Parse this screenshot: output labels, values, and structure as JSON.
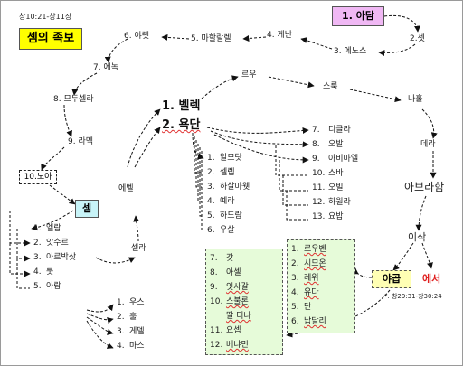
{
  "title": "셈의 족보",
  "ref_top": "창10:21-창11장",
  "ref_bottom": "*. 창29:31-창30:24",
  "colors": {
    "title_bg": "#ffff00",
    "adam_bg": "#f0b8f4",
    "shem_bg": "#c8f4f8",
    "green_bg": "#e6fbd9",
    "jacob_bg": "#ffffb4",
    "esau": "#e02020"
  },
  "chain": {
    "adam": "1. 아담",
    "seth": "2.셋",
    "enosh": "3. 에노스",
    "kenan": "4. 게난",
    "mahalalel": "5. 마할랄렐",
    "jared": "6. 야렛",
    "enoch": "7. 에녹",
    "methuselah": "8. 므두셀라",
    "lamech": "9. 라멕",
    "noah": "10.노아",
    "shem": "셈"
  },
  "shem_sons": [
    {
      "n": "1.",
      "name": "엘람"
    },
    {
      "n": "2.",
      "name": "앗수르"
    },
    {
      "n": "3.",
      "name": "아르박삿"
    },
    {
      "n": "4.",
      "name": "룻"
    },
    {
      "n": "5.",
      "name": "아람"
    }
  ],
  "aram_sons": [
    {
      "n": "1.",
      "name": "우스"
    },
    {
      "n": "2.",
      "name": "훌"
    },
    {
      "n": "3.",
      "name": "게델"
    },
    {
      "n": "4.",
      "name": "마스"
    }
  ],
  "shelah": "셀라",
  "eber": "에벨",
  "peleg": "1. 벨렉",
  "joktan": "2. 욕단",
  "joktan_sons_a": [
    {
      "n": "1.",
      "name": "알모닷"
    },
    {
      "n": "2.",
      "name": "셀렙"
    },
    {
      "n": "3.",
      "name": "하살마웻"
    },
    {
      "n": "4.",
      "name": "예라"
    },
    {
      "n": "5.",
      "name": "하도람"
    },
    {
      "n": "6.",
      "name": "우살"
    }
  ],
  "joktan_sons_b": [
    {
      "n": "7.",
      "name": "디글라"
    },
    {
      "n": "8.",
      "name": "오발"
    },
    {
      "n": "9.",
      "name": "아비마엘"
    },
    {
      "n": "10.",
      "name": "스바"
    },
    {
      "n": "11.",
      "name": "오빌"
    },
    {
      "n": "12.",
      "name": "하윌라"
    },
    {
      "n": "13.",
      "name": "요밥"
    }
  ],
  "reu": "르우",
  "serug": "스룩",
  "nahor": "나홀",
  "terah": "데라",
  "abraham": "아브라함",
  "isaac": "이삭",
  "jacob": "야곱",
  "esau": "에서",
  "jacob_sons_a": [
    {
      "n": "1.",
      "name": "르우벤"
    },
    {
      "n": "2.",
      "name": "시므온"
    },
    {
      "n": "3.",
      "name": "레위"
    },
    {
      "n": "4.",
      "name": "유다"
    },
    {
      "n": "5.",
      "name": "단"
    },
    {
      "n": "6.",
      "name": "납달리"
    }
  ],
  "jacob_sons_b": [
    {
      "n": "7.",
      "name": "갓"
    },
    {
      "n": "8.",
      "name": "아셀"
    },
    {
      "n": "9.",
      "name": "잇사갈"
    },
    {
      "n": "10.",
      "name": "스불론"
    },
    {
      "n": "",
      "name": "딸 디나"
    },
    {
      "n": "11.",
      "name": "요셉"
    },
    {
      "n": "12.",
      "name": "베냐민"
    }
  ]
}
